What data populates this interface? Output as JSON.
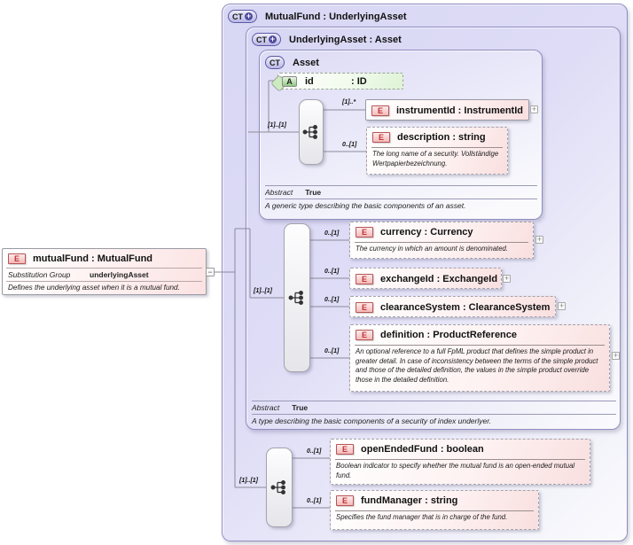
{
  "left_element": {
    "badge": "E",
    "title": "mutualFund : MutualFund",
    "substitution_group_label": "Substitution Group",
    "substitution_group_value": "underlyingAsset",
    "documentation": "Defines the underlying asset when it is a mutual fund.",
    "toggle_glyph": "−"
  },
  "glyphs": {
    "expander_plus": "+",
    "ct_plus": "+"
  },
  "colors": {
    "panel_fill": "#dcdaf5",
    "panel_border": "#8f8dbf",
    "element_pink": "#f9dfdf",
    "attribute_green": "#dff3d6",
    "badge_red_text": "#bf3434"
  },
  "panels": {
    "mutualfund": {
      "badge": "CT",
      "title": "MutualFund : UnderlyingAsset",
      "sequence_cardinality": "[1]..[1]",
      "elements": {
        "openEndedFund": {
          "badge": "E",
          "title": "openEndedFund : boolean",
          "cardinality": "0..[1]",
          "documentation": "Boolean indicator to specify whether the mutual fund is an open-ended mutual fund."
        },
        "fundManager": {
          "badge": "E",
          "title": "fundManager : string",
          "cardinality": "0..[1]",
          "documentation": "Specifies the fund manager that is in charge of the fund."
        }
      }
    },
    "underlyingasset": {
      "badge": "CT",
      "title": "UnderlyingAsset : Asset",
      "abstract_label": "Abstract",
      "abstract_value": "True",
      "documentation": "A type describing the basic components of a security of index underlyer.",
      "sequence_cardinality": "[1]..[1]",
      "elements": {
        "currency": {
          "badge": "E",
          "title": "currency : Currency",
          "cardinality": "0..[1]",
          "documentation": "The currency in which an amount is denominated."
        },
        "exchangeId": {
          "badge": "E",
          "title": "exchangeId : ExchangeId",
          "cardinality": "0..[1]"
        },
        "clearanceSystem": {
          "badge": "E",
          "title": "clearanceSystem : ClearanceSystem",
          "cardinality": "0..[1]"
        },
        "definition": {
          "badge": "E",
          "title": "definition : ProductReference",
          "cardinality": "0..[1]",
          "documentation": "An optional reference to a full FpML product that defines the simple product in greater detail. In case of inconsistency between the terms of the simple product and those of the detailed definition, the values in the simple product override those in the detailed definition."
        }
      }
    },
    "asset": {
      "badge": "CT",
      "title": "Asset",
      "abstract_label": "Abstract",
      "abstract_value": "True",
      "documentation": "A generic type describing the basic components of an asset.",
      "sequence_cardinality": "[1]..[1]",
      "attribute": {
        "badge": "A",
        "name": "id",
        "type": ": ID"
      },
      "elements": {
        "instrumentId": {
          "badge": "E",
          "title": "instrumentId : InstrumentId",
          "cardinality": "[1]..*"
        },
        "description": {
          "badge": "E",
          "title": "description : string",
          "cardinality": "0..[1]",
          "documentation": "The long name of a security. Vollständige Wertpapierbezeichnung."
        }
      }
    }
  }
}
